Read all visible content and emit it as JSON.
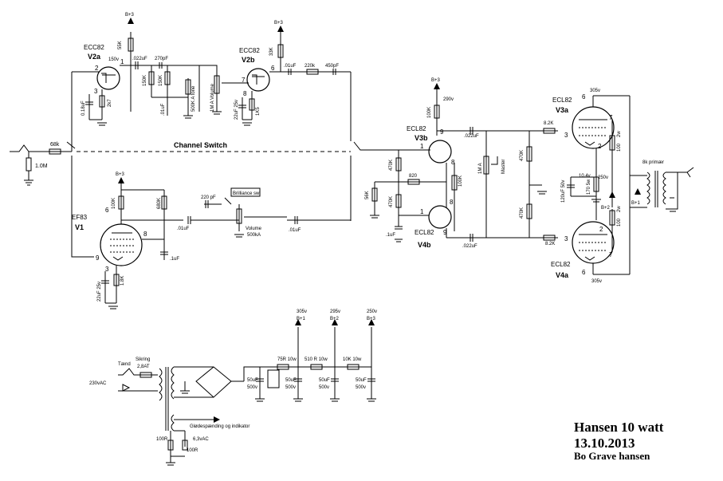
{
  "title": {
    "line1": "Hansen 10 watt",
    "line2": "13.10.2013",
    "line3": "Bo Grave hansen"
  },
  "labels": {
    "channel_switch": "Channel Switch",
    "brilliance": "Brilliance sw",
    "ecc82_a": "ECC82",
    "v2a": "V2a",
    "ecc82_b": "ECC82",
    "v2b": "V2b",
    "ef83": "EF83",
    "v1": "V1",
    "ecl82_3b": "ECL82",
    "v3b": "V3b",
    "ecl82_4b": "ECL82",
    "v4b": "V4b",
    "ecl82_3a": "ECL82",
    "v3a": "V3a",
    "ecl82_4a": "ECL82",
    "v4a": "V4a",
    "b3_top1": "B+3",
    "b3_top2": "B+3",
    "b3_v1": "B+3",
    "r_68k": "68k",
    "r_1m_in": "1.0M",
    "r_55k": "55K",
    "v150": "150v",
    "c_022_a": ".022uF",
    "c_270p": "270pF",
    "r_150k": "150K",
    "r_150k_b": "150K",
    "r_500k": "500K A tone",
    "r_1ma_vol": "1M A Volume",
    "c_01_tone": ".01uF",
    "c_018": "0.18uF",
    "r_2k7": "2k7",
    "r_33k": "33K",
    "c_01_b": ".01uF",
    "r_220k": "220k",
    "c_450p": "450pF",
    "c_22_25": "22uF 25v",
    "r_1k5": "1K5",
    "r_100k_v1": "100K",
    "r_680k": "680K",
    "c_220p": "220 pF",
    "vol_lbl": "Volume",
    "vol_val": "500kA",
    "c_01_v1": ".01uF",
    "c_01_v1b": ".01uF",
    "c_01_v1c": ".1uF",
    "c_22_25_v1": "22uF 25v",
    "r_1k8": "1.8K",
    "v290": "290v",
    "b3_v3": "B+3",
    "r_100k_v3": "100K",
    "c_022_v3": ".022uF",
    "r_1ma_master": "1M A",
    "master": "Master",
    "r_470k_a": "470K",
    "r_820": "820",
    "r_100k_pi": "100K",
    "r_56k": "56K",
    "r_470k_b": "470K",
    "c_1u_pi": ".1uF",
    "c_022_v4": ".022uF",
    "r_470k_c": "470K",
    "r_470k_d": "470K",
    "r_8k2_a": "8.2K",
    "r_8k2_b": "8.2K",
    "v305_a": "305v",
    "v305_b": "305v",
    "r_100_2w_a": "100",
    "r_100_2w_b": "100",
    "w2a": "2w",
    "w2b": "2w",
    "c_120u": "120uF 50v",
    "v10_4": "10.4v",
    "r_170_5w": "170 5w",
    "v250": "250v",
    "b2_mid": "B+2",
    "b1_op": "B+1",
    "op_primary": "8k primær",
    "pin1": "1",
    "pin2": "2",
    "pin3": "3",
    "pin6": "6",
    "pin7": "7",
    "pin8": "8",
    "pin9": "9",
    "ps_305": "305v",
    "ps_b1": "B+1",
    "ps_295": "295v",
    "ps_b2": "B+2",
    "ps_250": "250v",
    "ps_b3": "B+3",
    "ps_75r": "75R 10w",
    "ps_510r": "510 R 10w",
    "ps_10k": "10K 10w",
    "ps_c1": "50uF",
    "ps_c1v": "500v",
    "ps_c2": "50uF",
    "ps_c2v": "500v",
    "ps_c3": "50uF",
    "ps_c3v": "500v",
    "ps_c4": "50uF",
    "ps_c4v": "500v",
    "tand": "Tænd",
    "sikring": "Sikring",
    "sikring_v": "2,8AT",
    "mains": "230vAC",
    "gloed": "Glødespænding og indikator",
    "gloed_v": "6,3vAC",
    "r_100r_a": "100R",
    "r_100r_b": "100R"
  }
}
